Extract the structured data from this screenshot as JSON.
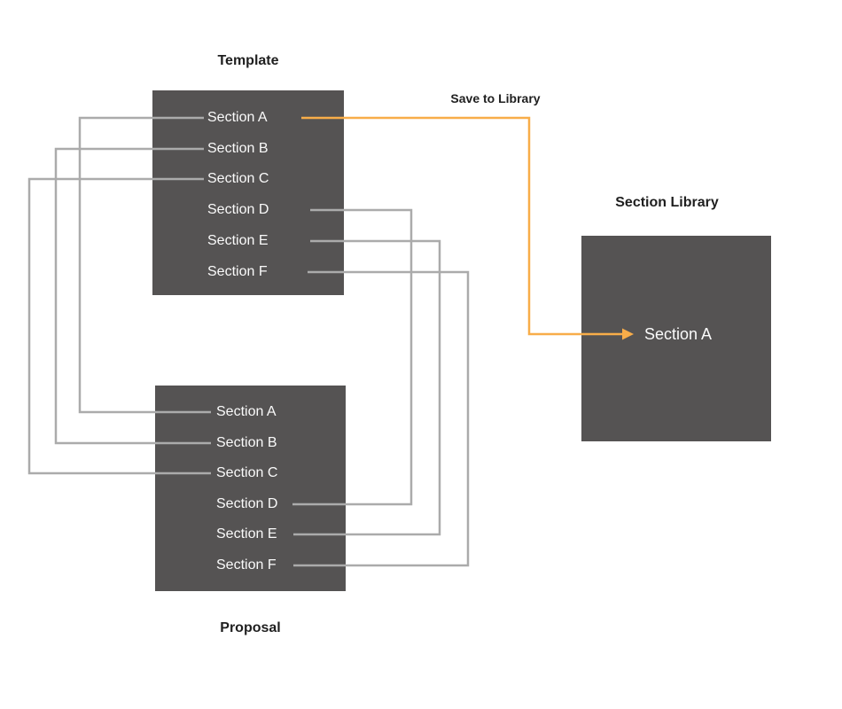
{
  "template": {
    "title": "Template",
    "sections": [
      "Section A",
      "Section B",
      "Section C",
      "Section D",
      "Section E",
      "Section F"
    ]
  },
  "proposal": {
    "title": "Proposal",
    "sections": [
      "Section A",
      "Section B",
      "Section C",
      "Section D",
      "Section E",
      "Section F"
    ]
  },
  "library": {
    "title": "Section Library",
    "sections": [
      "Section A"
    ]
  },
  "annotations": {
    "save_to_library": "Save to Library"
  },
  "colors": {
    "box_fill": "#555353",
    "box_text": "#FAFAFA",
    "connector_gray": "#ABABAB",
    "accent_orange": "#F8AD49",
    "label_text": "#1F1F1F",
    "background": "#FFFFFF"
  }
}
